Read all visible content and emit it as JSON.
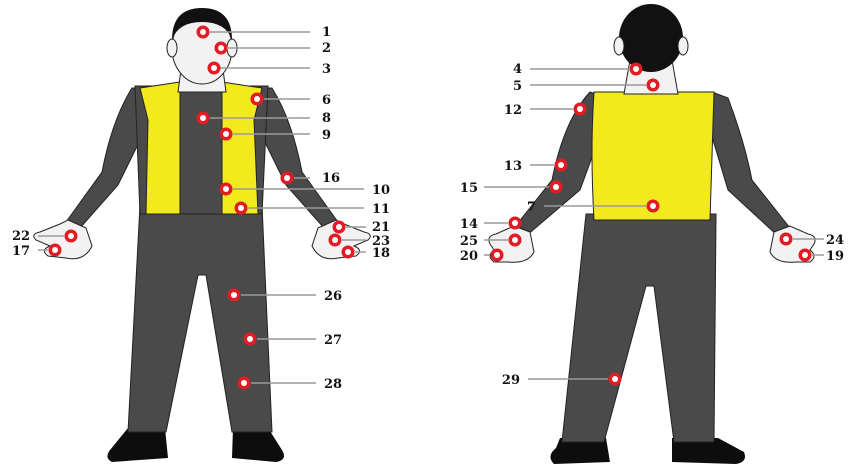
{
  "colors": {
    "hair": "#111111",
    "skin": "#f2f2f2",
    "outline": "#222222",
    "suit": "#4a4a4a",
    "vest": "#f2ea1c",
    "shoe": "#0d0d0d",
    "marker_ring": "#e31b23",
    "marker_center": "#ffffff",
    "leader_line": "#9a9a9a"
  },
  "figures": [
    {
      "name": "front-view",
      "view": "front"
    },
    {
      "name": "back-view",
      "view": "back"
    }
  ],
  "markers": [
    {
      "label": "1"
    },
    {
      "label": "2"
    },
    {
      "label": "3"
    },
    {
      "label": "6"
    },
    {
      "label": "8"
    },
    {
      "label": "9"
    },
    {
      "label": "16"
    },
    {
      "label": "10"
    },
    {
      "label": "11"
    },
    {
      "label": "21"
    },
    {
      "label": "23"
    },
    {
      "label": "18"
    },
    {
      "label": "22"
    },
    {
      "label": "17"
    },
    {
      "label": "26"
    },
    {
      "label": "27"
    },
    {
      "label": "28"
    },
    {
      "label": "4"
    },
    {
      "label": "5"
    },
    {
      "label": "12"
    },
    {
      "label": "13"
    },
    {
      "label": "15"
    },
    {
      "label": "7"
    },
    {
      "label": "14"
    },
    {
      "label": "25"
    },
    {
      "label": "20"
    },
    {
      "label": "24"
    },
    {
      "label": "19"
    },
    {
      "label": "29"
    }
  ]
}
